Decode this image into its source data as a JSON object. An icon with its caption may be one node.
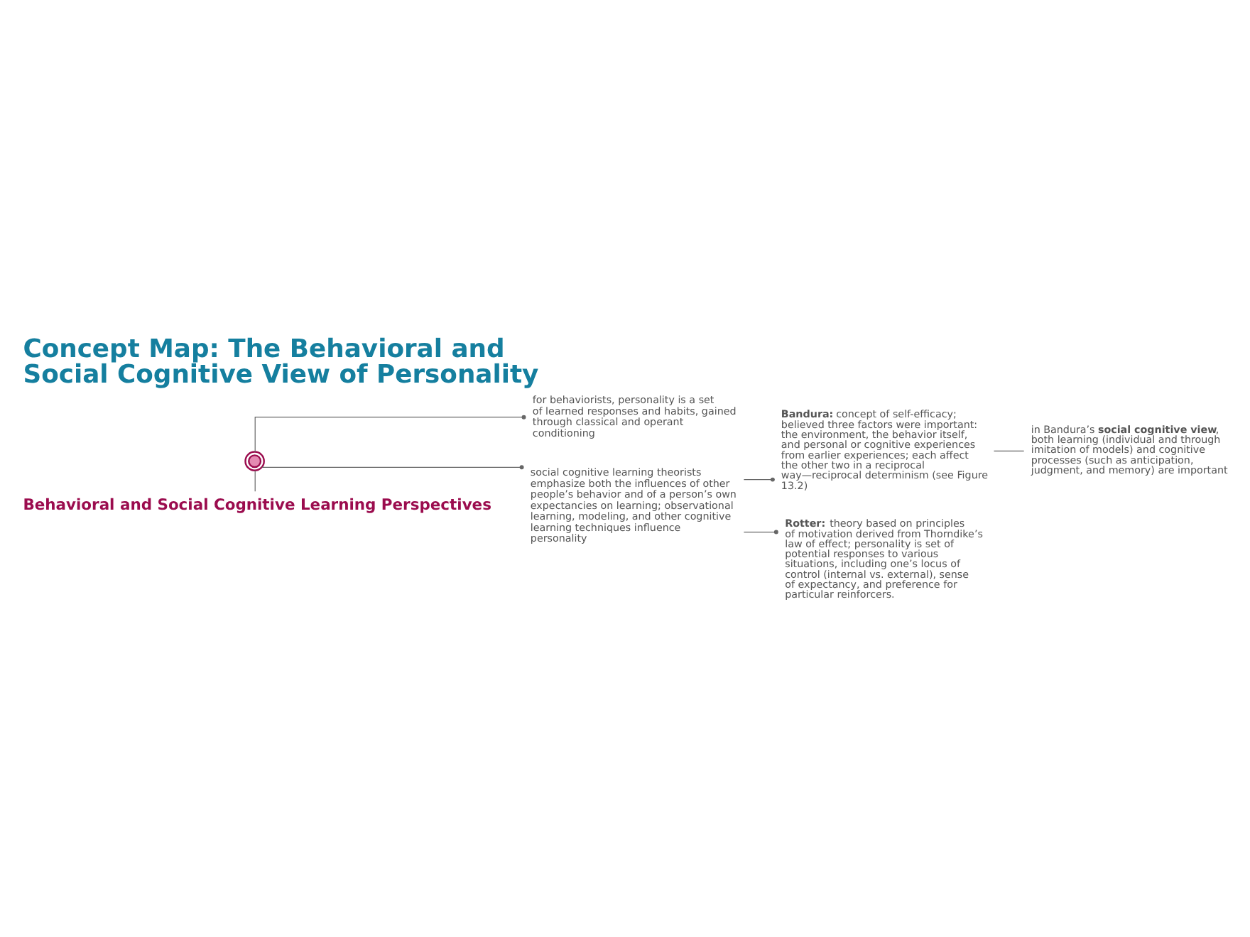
{
  "diagram": {
    "title": "Concept Map: The Behavioral and Social Cognitive View of Personality",
    "nodes": [
      {
        "text": [],
        "shape": "circle"
      },
      {
        "text": [
          "Behavioral and Social Cognitive Learning Perspectives"
        ]
      },
      {
        "text": [
          "for behaviorists, personality is a set of learned responses and habits, gained through classical and operant conditioning"
        ]
      },
      {
        "text": [
          "social cognitive learning theorists emphasize both the influences of other people’s behavior and of a person’s own expectancies on learning; observational learning, modeling, and other cognitive learning techniques influence personality"
        ]
      },
      {
        "text": [
          "**Bandura:** concept of self-efficacy; believed three factors were important: the environment, the behavior itself, and personal or cognitive experiences from earlier experiences; each affect the other two in a reciprocal way—reciprocal determinism (see Figure 13.2)"
        ]
      },
      {
        "text": [
          "**Rotter:** theory based on principles of motivation derived from Thorndike’s law of effect; personality is set of potential responses to various situations, including one’s locus of control (internal vs. external), sense of expectancy, and preference for particular reinforcers."
        ]
      },
      {
        "text": [
          "in Bandura’s **social cognitive view**, both learning (individual and through imitation of models) and cognitive processes (such as anticipation, judgment, and memory) are important"
        ]
      }
    ],
    "edges": [
      {
        "from": 0,
        "to": 1,
        "arrow": "none"
      },
      {
        "from": 0,
        "to": 2,
        "arrow": "other"
      },
      {
        "from": 0,
        "to": 3,
        "arrow": "other"
      },
      {
        "from": 3,
        "to": 4,
        "arrow": "other"
      },
      {
        "from": 3,
        "to": 5,
        "arrow": "other"
      },
      {
        "from": 4,
        "to": 6,
        "arrow": "none"
      }
    ]
  }
}
